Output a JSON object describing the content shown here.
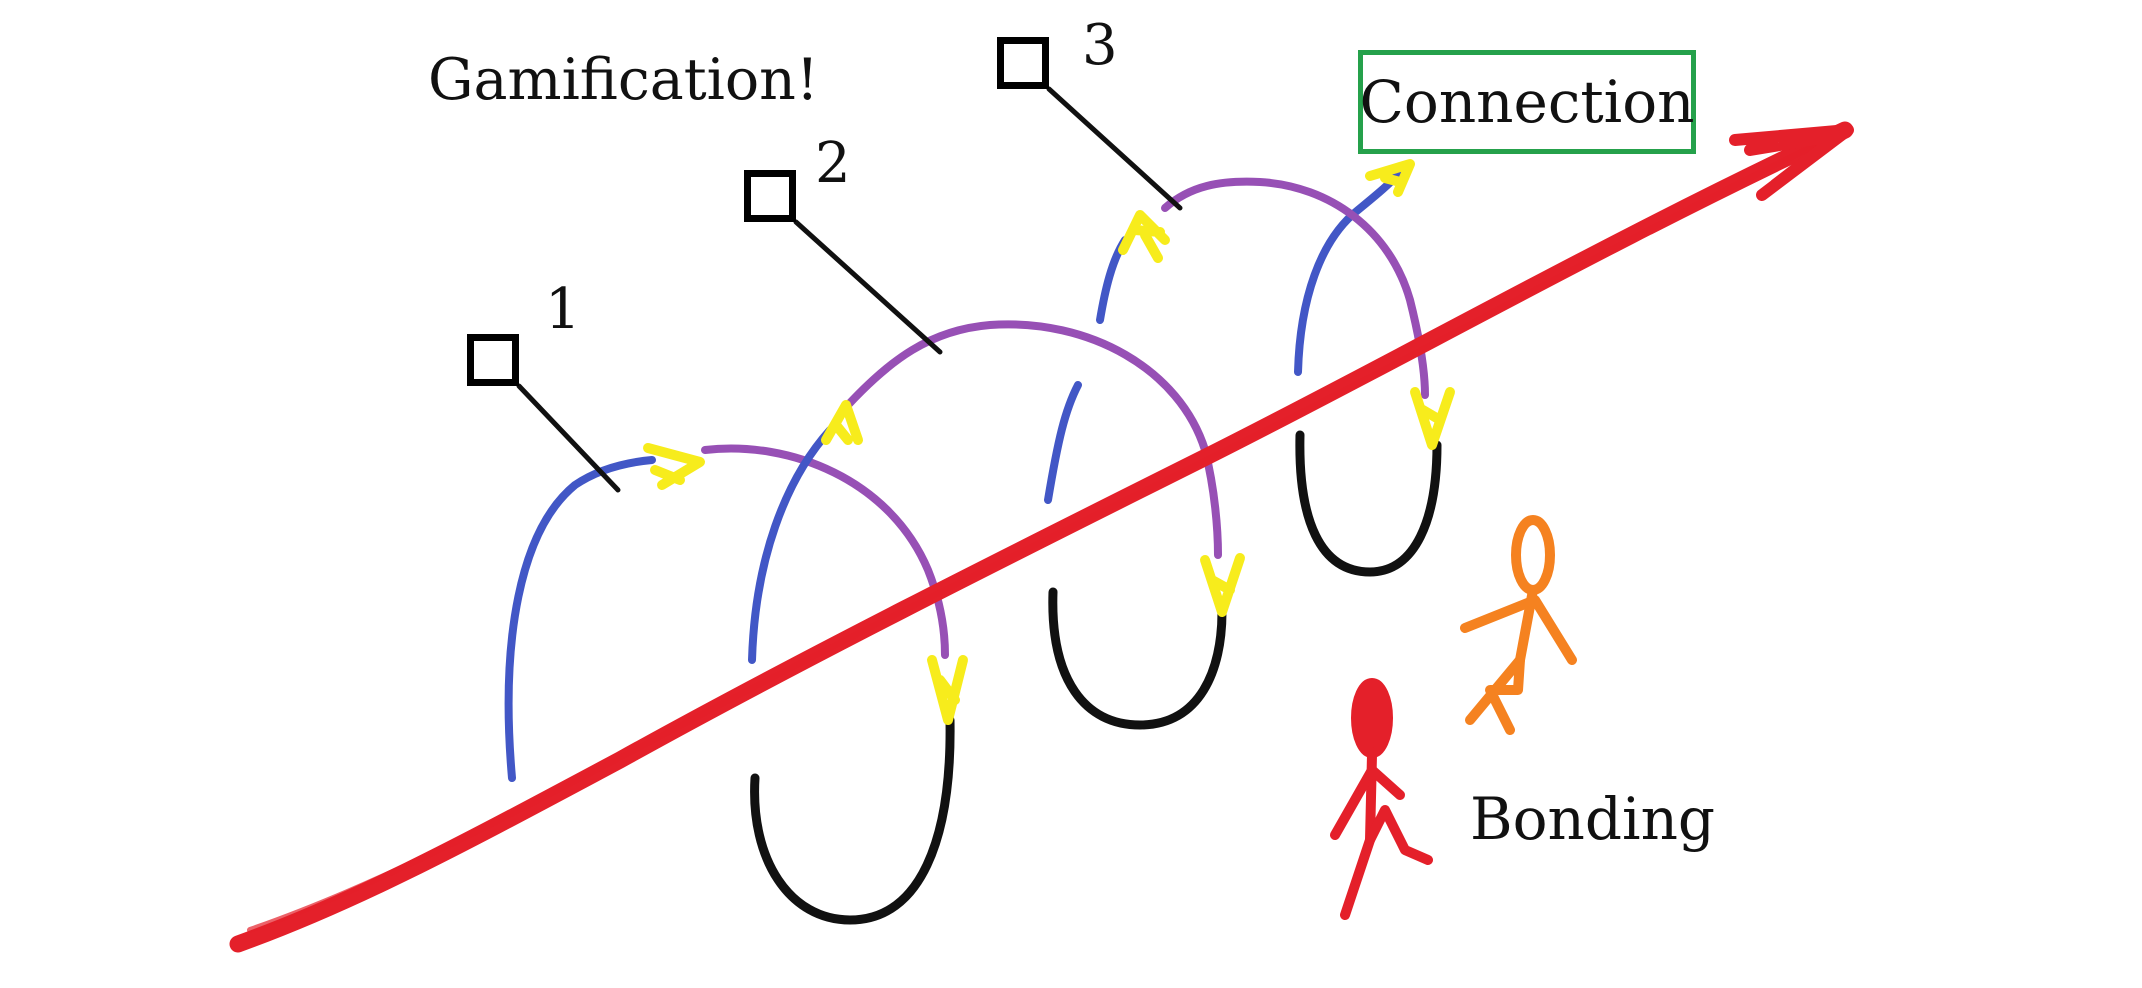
{
  "labels": {
    "title": "Gamification!",
    "connection": "Connection",
    "bonding": "Bonding"
  },
  "steps": [
    {
      "number": "1",
      "checked": false
    },
    {
      "number": "2",
      "checked": false
    },
    {
      "number": "3",
      "checked": false
    }
  ],
  "colors": {
    "trend_arrow": "#e4202a",
    "rising_stroke": "#4257c6",
    "arc_top": "#9750b5",
    "arrowhead": "#f7ec1c",
    "loop_bottom": "#111111",
    "connection_box": "#25a14b",
    "figure_red": "#e4202a",
    "figure_orange": "#f58220"
  },
  "icons": {
    "trend": "red-trend-arrow-icon",
    "loops": "spiral-loop-icon",
    "figures": "stick-figure-icon"
  }
}
